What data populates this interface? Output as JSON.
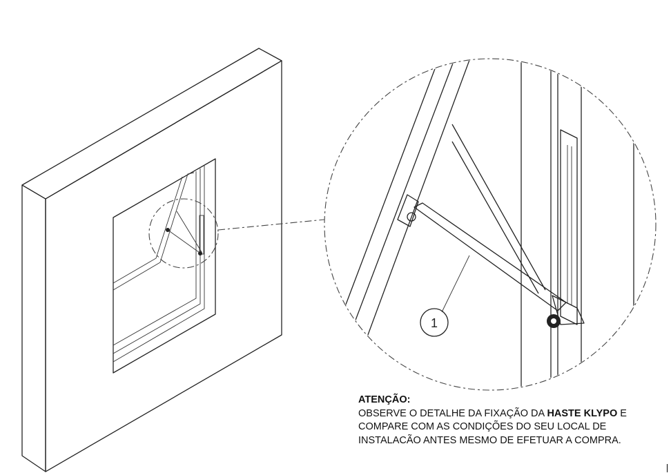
{
  "callout": {
    "number": "1"
  },
  "note": {
    "heading": "ATENÇÃO:",
    "line1_pre": "OBSERVE O DETALHE DA FIXAÇÃO DA ",
    "line1_bold": "HASTE KLYPO",
    "line1_post": " E",
    "line2": "COMPARE COM AS CONDIÇÕES DO SEU LOCAL DE",
    "line3": "INSTALACÃO ANTES MESMO DE EFETUAR A COMPRA."
  }
}
